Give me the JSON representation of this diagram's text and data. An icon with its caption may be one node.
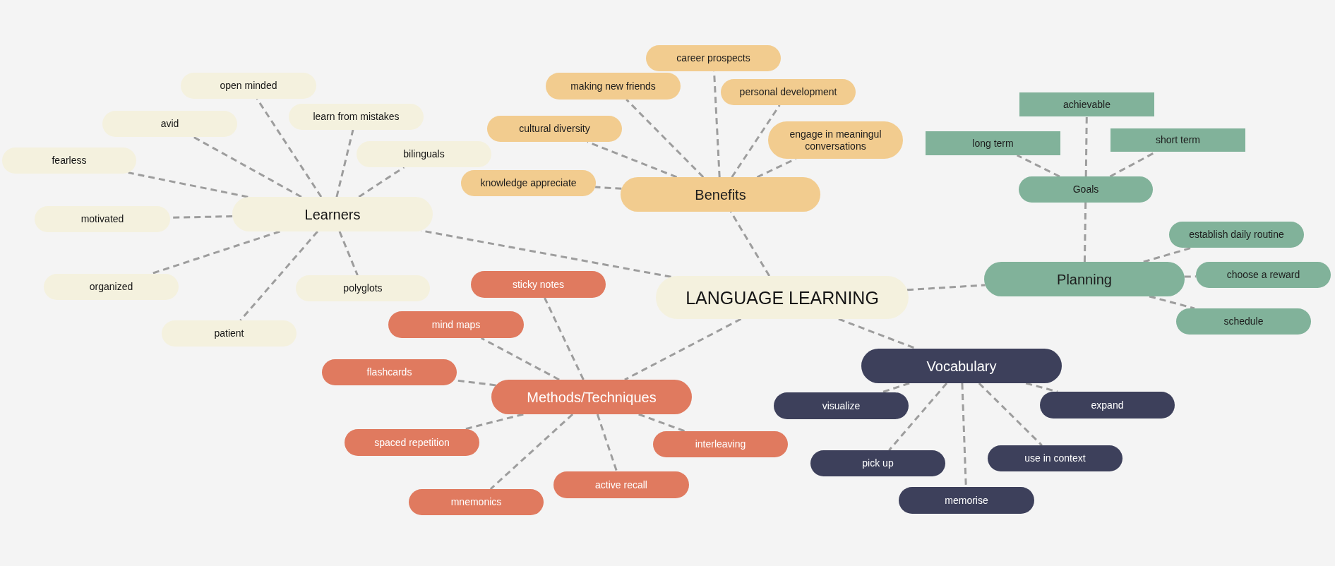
{
  "diagram": {
    "nodes": [
      {
        "text": [
          "LANGUAGE LEARNING"
        ]
      },
      {
        "text": [
          "Learners"
        ]
      },
      {
        "text": [
          "open minded"
        ]
      },
      {
        "text": [
          "avid"
        ]
      },
      {
        "text": [
          "fearless"
        ]
      },
      {
        "text": [
          "learn from mistakes"
        ]
      },
      {
        "text": [
          "bilinguals"
        ]
      },
      {
        "text": [
          "motivated"
        ]
      },
      {
        "text": [
          "organized"
        ]
      },
      {
        "text": [
          "polyglots"
        ]
      },
      {
        "text": [
          "patient"
        ]
      },
      {
        "text": [
          "Benefits"
        ]
      },
      {
        "text": [
          "career prospects"
        ]
      },
      {
        "text": [
          "making new friends"
        ]
      },
      {
        "text": [
          "personal development"
        ]
      },
      {
        "text": [
          "cultural diversity"
        ]
      },
      {
        "text": [
          "engage in meaningul conversations"
        ]
      },
      {
        "text": [
          "knowledge appreciate"
        ]
      },
      {
        "text": [
          "Planning"
        ]
      },
      {
        "text": [
          "Goals"
        ]
      },
      {
        "text": [
          "achievable"
        ]
      },
      {
        "text": [
          "long term"
        ]
      },
      {
        "text": [
          "short term"
        ]
      },
      {
        "text": [
          "establish daily routine"
        ]
      },
      {
        "text": [
          "choose a reward"
        ]
      },
      {
        "text": [
          "schedule"
        ]
      },
      {
        "text": [
          "Methods/Techniques"
        ]
      },
      {
        "text": [
          "sticky notes"
        ]
      },
      {
        "text": [
          "mind maps"
        ]
      },
      {
        "text": [
          "flashcards"
        ]
      },
      {
        "text": [
          "spaced repetition"
        ]
      },
      {
        "text": [
          "interleaving"
        ]
      },
      {
        "text": [
          "active recall"
        ]
      },
      {
        "text": [
          "mnemonics"
        ]
      },
      {
        "text": [
          "Vocabulary"
        ]
      },
      {
        "text": [
          "visualize"
        ]
      },
      {
        "text": [
          "expand"
        ]
      },
      {
        "text": [
          "pick up"
        ]
      },
      {
        "text": [
          "use in context"
        ]
      },
      {
        "text": [
          "memorise"
        ]
      }
    ],
    "edges": [
      {
        "from": 0,
        "to": 1,
        "arrow": "none",
        "style": "dashed"
      },
      {
        "from": 0,
        "to": 11,
        "arrow": "none",
        "style": "dashed"
      },
      {
        "from": 0,
        "to": 18,
        "arrow": "none",
        "style": "dashed"
      },
      {
        "from": 0,
        "to": 26,
        "arrow": "none",
        "style": "dashed"
      },
      {
        "from": 0,
        "to": 34,
        "arrow": "none",
        "style": "dashed"
      },
      {
        "from": 1,
        "to": 2,
        "arrow": "none",
        "style": "dashed"
      },
      {
        "from": 1,
        "to": 3,
        "arrow": "none",
        "style": "dashed"
      },
      {
        "from": 1,
        "to": 4,
        "arrow": "none",
        "style": "dashed"
      },
      {
        "from": 1,
        "to": 5,
        "arrow": "none",
        "style": "dashed"
      },
      {
        "from": 1,
        "to": 6,
        "arrow": "none",
        "style": "dashed"
      },
      {
        "from": 1,
        "to": 7,
        "arrow": "none",
        "style": "dashed"
      },
      {
        "from": 1,
        "to": 8,
        "arrow": "none",
        "style": "dashed"
      },
      {
        "from": 1,
        "to": 9,
        "arrow": "none",
        "style": "dashed"
      },
      {
        "from": 1,
        "to": 10,
        "arrow": "none",
        "style": "dashed"
      },
      {
        "from": 11,
        "to": 12,
        "arrow": "none",
        "style": "dashed"
      },
      {
        "from": 11,
        "to": 13,
        "arrow": "none",
        "style": "dashed"
      },
      {
        "from": 11,
        "to": 14,
        "arrow": "none",
        "style": "dashed"
      },
      {
        "from": 11,
        "to": 15,
        "arrow": "none",
        "style": "dashed"
      },
      {
        "from": 11,
        "to": 16,
        "arrow": "none",
        "style": "dashed"
      },
      {
        "from": 11,
        "to": 17,
        "arrow": "none",
        "style": "dashed"
      },
      {
        "from": 18,
        "to": 19,
        "arrow": "none",
        "style": "dashed"
      },
      {
        "from": 19,
        "to": 20,
        "arrow": "none",
        "style": "dashed"
      },
      {
        "from": 19,
        "to": 21,
        "arrow": "none",
        "style": "dashed"
      },
      {
        "from": 19,
        "to": 22,
        "arrow": "none",
        "style": "dashed"
      },
      {
        "from": 18,
        "to": 23,
        "arrow": "none",
        "style": "dashed"
      },
      {
        "from": 18,
        "to": 24,
        "arrow": "none",
        "style": "dashed"
      },
      {
        "from": 18,
        "to": 25,
        "arrow": "none",
        "style": "dashed"
      },
      {
        "from": 26,
        "to": 27,
        "arrow": "none",
        "style": "dashed"
      },
      {
        "from": 26,
        "to": 28,
        "arrow": "none",
        "style": "dashed"
      },
      {
        "from": 26,
        "to": 29,
        "arrow": "none",
        "style": "dashed"
      },
      {
        "from": 26,
        "to": 30,
        "arrow": "none",
        "style": "dashed"
      },
      {
        "from": 26,
        "to": 31,
        "arrow": "none",
        "style": "dashed"
      },
      {
        "from": 26,
        "to": 32,
        "arrow": "none",
        "style": "dashed"
      },
      {
        "from": 26,
        "to": 33,
        "arrow": "none",
        "style": "dashed"
      },
      {
        "from": 34,
        "to": 35,
        "arrow": "none",
        "style": "dashed"
      },
      {
        "from": 34,
        "to": 36,
        "arrow": "none",
        "style": "dashed"
      },
      {
        "from": 34,
        "to": 37,
        "arrow": "none",
        "style": "dashed"
      },
      {
        "from": 34,
        "to": 38,
        "arrow": "none",
        "style": "dashed"
      },
      {
        "from": 34,
        "to": 39,
        "arrow": "none",
        "style": "dashed"
      }
    ]
  }
}
